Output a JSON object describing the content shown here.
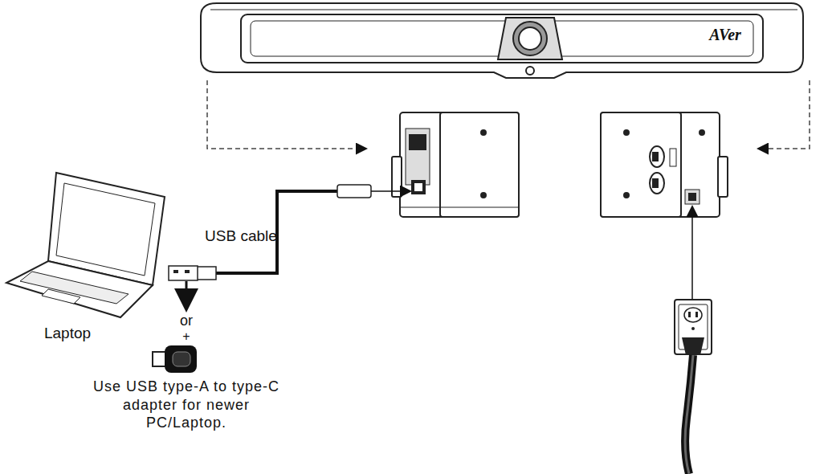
{
  "diagram": {
    "labels": [
      "AVer",
      "USB cable",
      "Laptop",
      "or",
      "+",
      "Use USB type-A to type-C adapter for newer PC/Laptop."
    ]
  }
}
